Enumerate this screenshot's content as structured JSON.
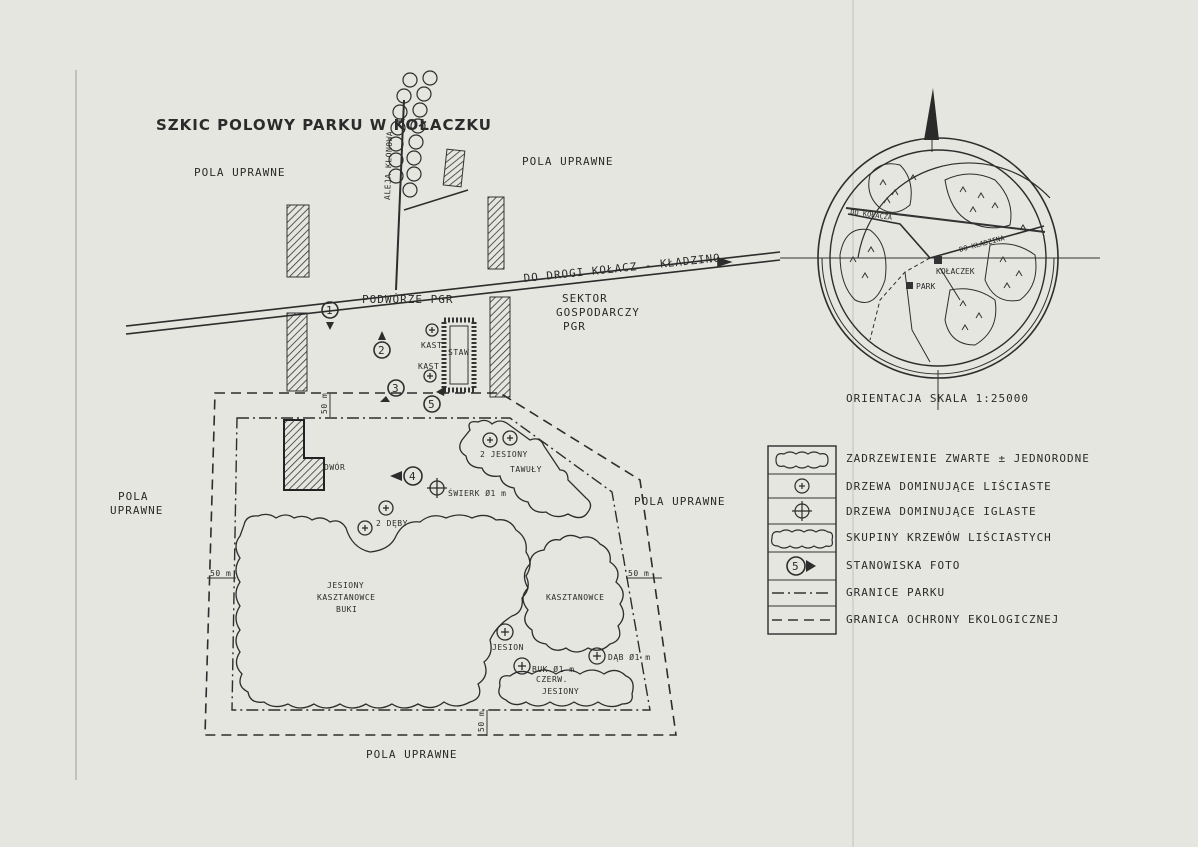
{
  "map": {
    "title": "SZKIC POLOWY PARKU W KOŁACZKU",
    "labels": {
      "fields_nw": "POLA UPRAWNE",
      "fields_n": "POLA UPRAWNE",
      "fields_w_line1": "POLA",
      "fields_w_line2": "UPRAWNE",
      "fields_e": "POLA UPRAWNE",
      "fields_s": "POLA UPRAWNE",
      "alley": "ALEJA KLONOWA",
      "road": "DO DROGI KOŁACZ - KŁADZINO",
      "yard": "PODWÓRZE PGR",
      "sector_line1": "SEKTOR",
      "sector_line2": "GOSPODARCZY",
      "sector_line3": "PGR",
      "pond": "STAW",
      "kast1": "KAST",
      "kast2": "KAST",
      "manor": "DWÓR",
      "jesiony_2": "2 JESIONY",
      "tawuly": "TAWUŁY",
      "swierk": "ŚWIERK Ø1 m",
      "deby": "2 DĘBY",
      "grove_line1": "JESIONY",
      "grove_line2": "KASZTANOWCE",
      "grove_line3": "BUKI",
      "kasztanowce": "KASZTANOWCE",
      "jesion": "JESION",
      "dab": "DĄB Ø1 m",
      "buk_line1": "BUK Ø1 m",
      "buk_line2": "CZERW.",
      "jesiony": "JESIONY",
      "dist_50_n": "50 m",
      "dist_50_w": "50 m",
      "dist_50_e": "50 m",
      "dist_50_s": "50 m"
    },
    "photo_stations": [
      "1",
      "2",
      "3",
      "4",
      "5"
    ]
  },
  "inset": {
    "caption": "ORIENTACJA  SKALA 1:25000",
    "labels": {
      "do_kolacza": "DO KOŁACZA",
      "do_kladzina": "DO KŁADZINA",
      "kolaczek": "KOŁACZEK",
      "park": "PARK"
    }
  },
  "legend": {
    "items": [
      {
        "label": "ZADRZEWIENIE ZWARTE ± JEDNORODNE",
        "icon": "dense-woodland"
      },
      {
        "label": "DRZEWA DOMINUJĄCE LIŚCIASTE",
        "icon": "deciduous-tree"
      },
      {
        "label": "DRZEWA DOMINUJĄCE IGLASTE",
        "icon": "coniferous-tree"
      },
      {
        "label": "SKUPINY KRZEWÓW LIŚCIASTYCH",
        "icon": "shrub-group"
      },
      {
        "label": "STANOWISKA FOTO",
        "icon": "photo-station",
        "example": "5"
      },
      {
        "label": "GRANICE PARKU",
        "icon": "dash-dot-line"
      },
      {
        "label": "GRANICA OCHRONY EKOLOGICZNEJ",
        "icon": "dashed-line"
      }
    ]
  }
}
